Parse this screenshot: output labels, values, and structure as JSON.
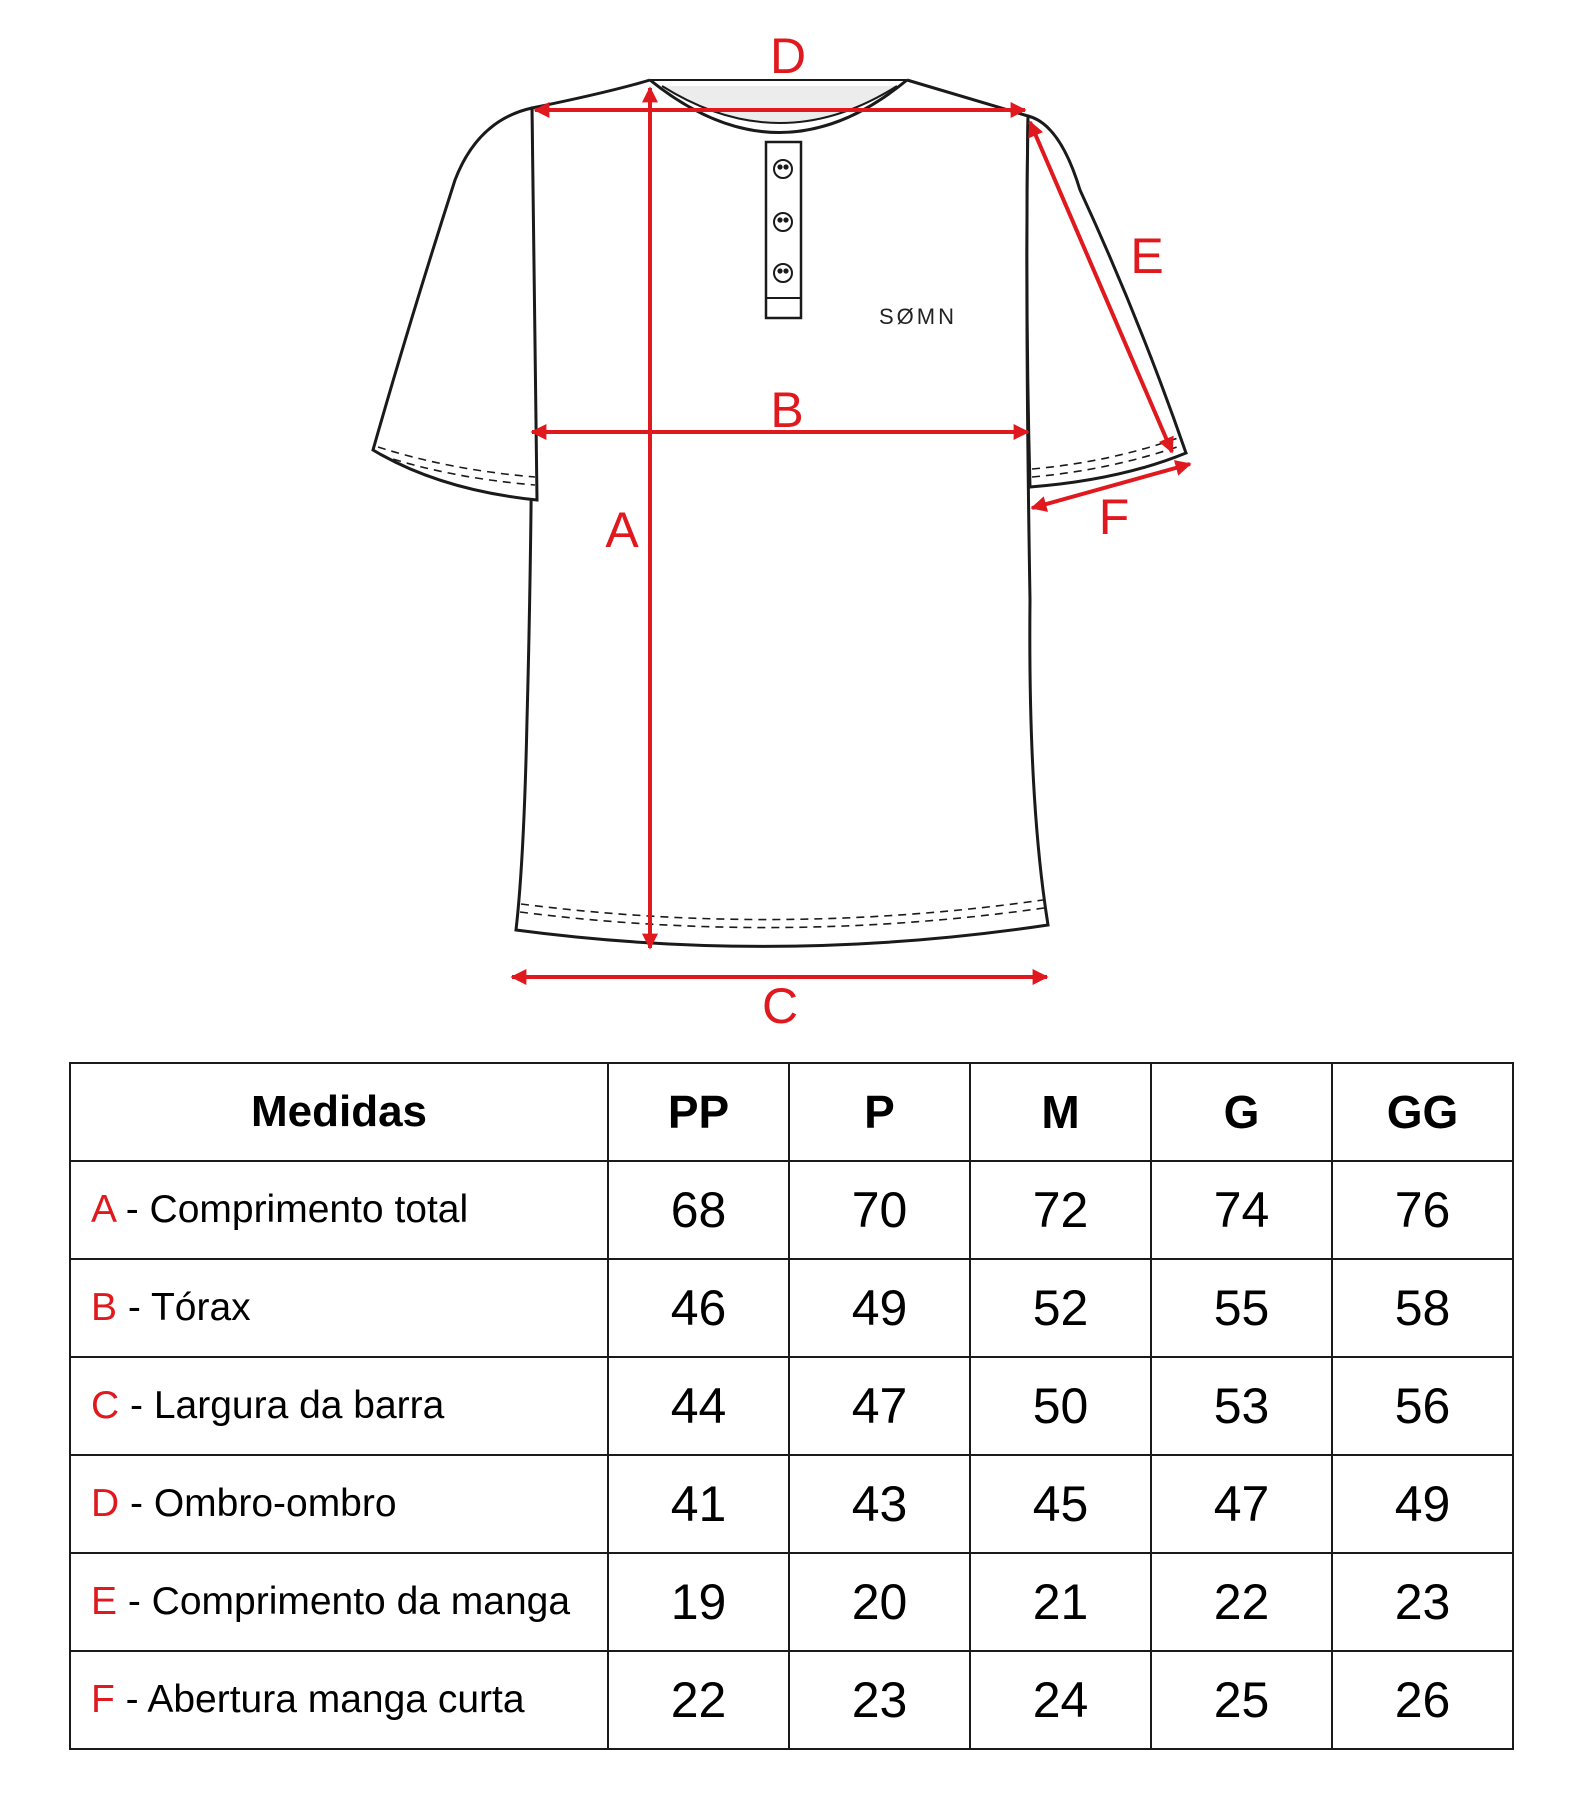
{
  "brand": "SØMN",
  "labels": {
    "A": "A",
    "B": "B",
    "C": "C",
    "D": "D",
    "E": "E",
    "F": "F"
  },
  "colors": {
    "dimension": "#e0191e",
    "outline": "#1a1a1a"
  },
  "table": {
    "header": "Medidas",
    "sizes": [
      "PP",
      "P",
      "M",
      "G",
      "GG"
    ],
    "rows": [
      {
        "code": "A",
        "name": " - Comprimento total",
        "values": [
          "68",
          "70",
          "72",
          "74",
          "76"
        ]
      },
      {
        "code": "B",
        "name": " - Tórax",
        "values": [
          "46",
          "49",
          "52",
          "55",
          "58"
        ]
      },
      {
        "code": "C",
        "name": " - Largura da barra",
        "values": [
          "44",
          "47",
          "50",
          "53",
          "56"
        ]
      },
      {
        "code": "D",
        "name": " - Ombro-ombro",
        "values": [
          "41",
          "43",
          "45",
          "47",
          "49"
        ]
      },
      {
        "code": "E",
        "name": " - Comprimento da manga",
        "values": [
          "19",
          "20",
          "21",
          "22",
          "23"
        ]
      },
      {
        "code": "F",
        "name": " - Abertura manga curta",
        "values": [
          "22",
          "23",
          "24",
          "25",
          "26"
        ]
      }
    ]
  }
}
